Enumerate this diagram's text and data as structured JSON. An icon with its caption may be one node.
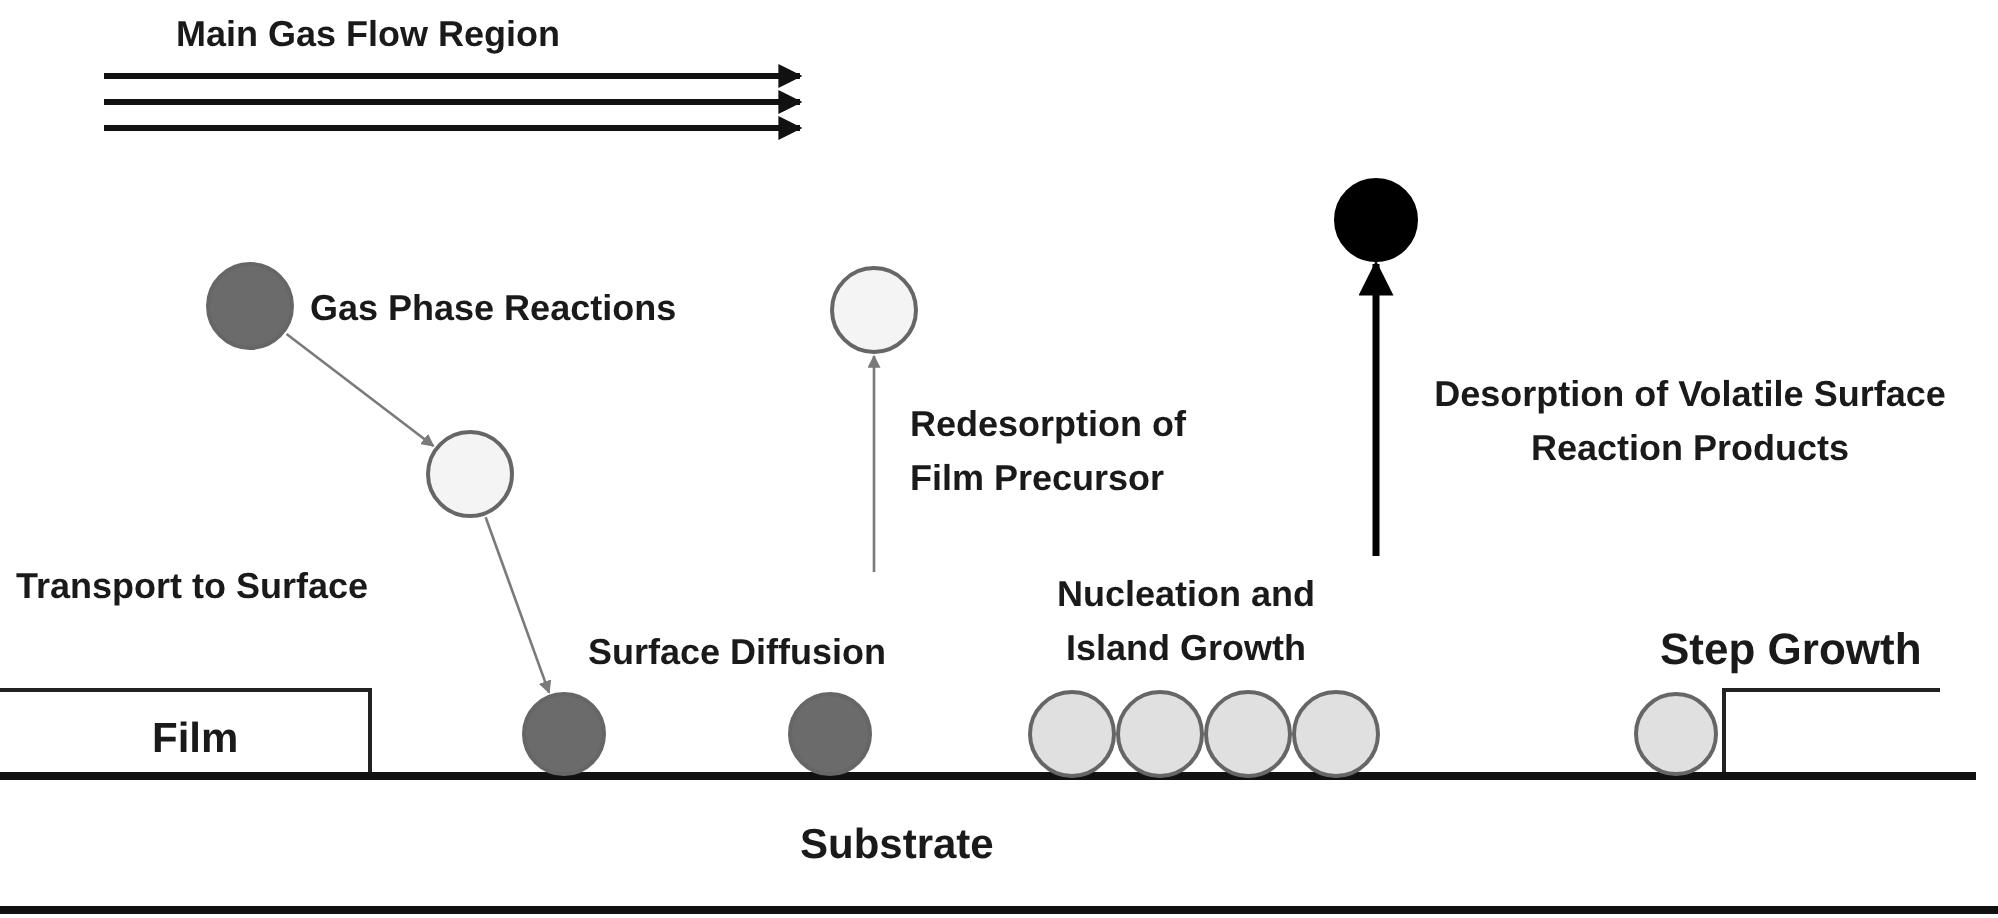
{
  "diagram": {
    "nodes": [
      {
        "text": [],
        "shape": "circle",
        "beside": [
          "Gas Phase Reactions"
        ]
      },
      {
        "text": [],
        "shape": "circle",
        "beside": [
          "Transport to Surface"
        ]
      },
      {
        "text": [],
        "shape": "circle"
      },
      {
        "text": [],
        "shape": "circle"
      },
      {
        "text": [],
        "shape": "circle",
        "beside": [
          "Redesorption of Film Precursor"
        ]
      },
      {
        "text": [],
        "shape": "circle",
        "beside": [
          "Desorption of Volatile Surface Reaction Products"
        ]
      },
      {
        "text": [],
        "shape": "circle"
      },
      {
        "text": [],
        "shape": "circle"
      },
      {
        "text": [],
        "shape": "circle"
      },
      {
        "text": [],
        "shape": "circle"
      },
      {
        "text": [],
        "shape": "circle",
        "beside": [
          "Step Growth"
        ]
      }
    ],
    "edges": [
      {
        "from": 0,
        "to": 1,
        "arrow": "to"
      },
      {
        "from": 1,
        "to": 2,
        "arrow": "to"
      },
      {
        "from": null,
        "to": 4,
        "arrow": "to"
      },
      {
        "from": null,
        "to": 5,
        "arrow": "to",
        "style": "thick",
        "color": "#000000"
      }
    ],
    "labels": [
      "Main Gas Flow Region",
      "Nucleation and Island Growth",
      "Surface Diffusion",
      "Film",
      "Substrate"
    ]
  }
}
